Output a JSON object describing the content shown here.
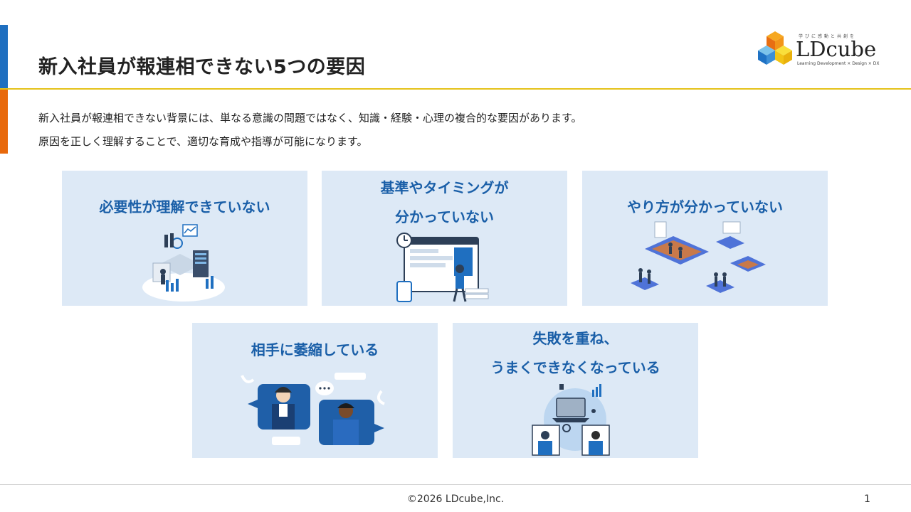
{
  "header": {
    "title": "新入社員が報連相できない5つの要因"
  },
  "logo": {
    "name": "LDcube",
    "tagline": "学びに感動と共創を",
    "subtitle": "Learning Development × Design × DX"
  },
  "intro": {
    "line1": "新入社員が報連相できない背景には、単なる意識の問題ではなく、知識・経験・心理の複合的な要因があります。",
    "line2": "原因を正しく理解することで、適切な育成や指導が可能になります。"
  },
  "cards": [
    {
      "line1": "必要性が理解できていない",
      "line2": ""
    },
    {
      "line1": "基準やタイミングが",
      "line2": "分かっていない"
    },
    {
      "line1": "やり方が分かっていない",
      "line2": ""
    },
    {
      "line1": "相手に萎縮している",
      "line2": ""
    },
    {
      "line1": "失敗を重ね、",
      "line2": "うまくできなくなっている"
    }
  ],
  "footer": {
    "copyright": "©2026 LDcube,Inc.",
    "page": "1"
  },
  "colors": {
    "accent_blue": "#1f6fc0",
    "accent_orange": "#e8690c",
    "rule_yellow": "#e5c21a",
    "card_bg": "#dde9f6",
    "card_title": "#1a5fa8"
  }
}
